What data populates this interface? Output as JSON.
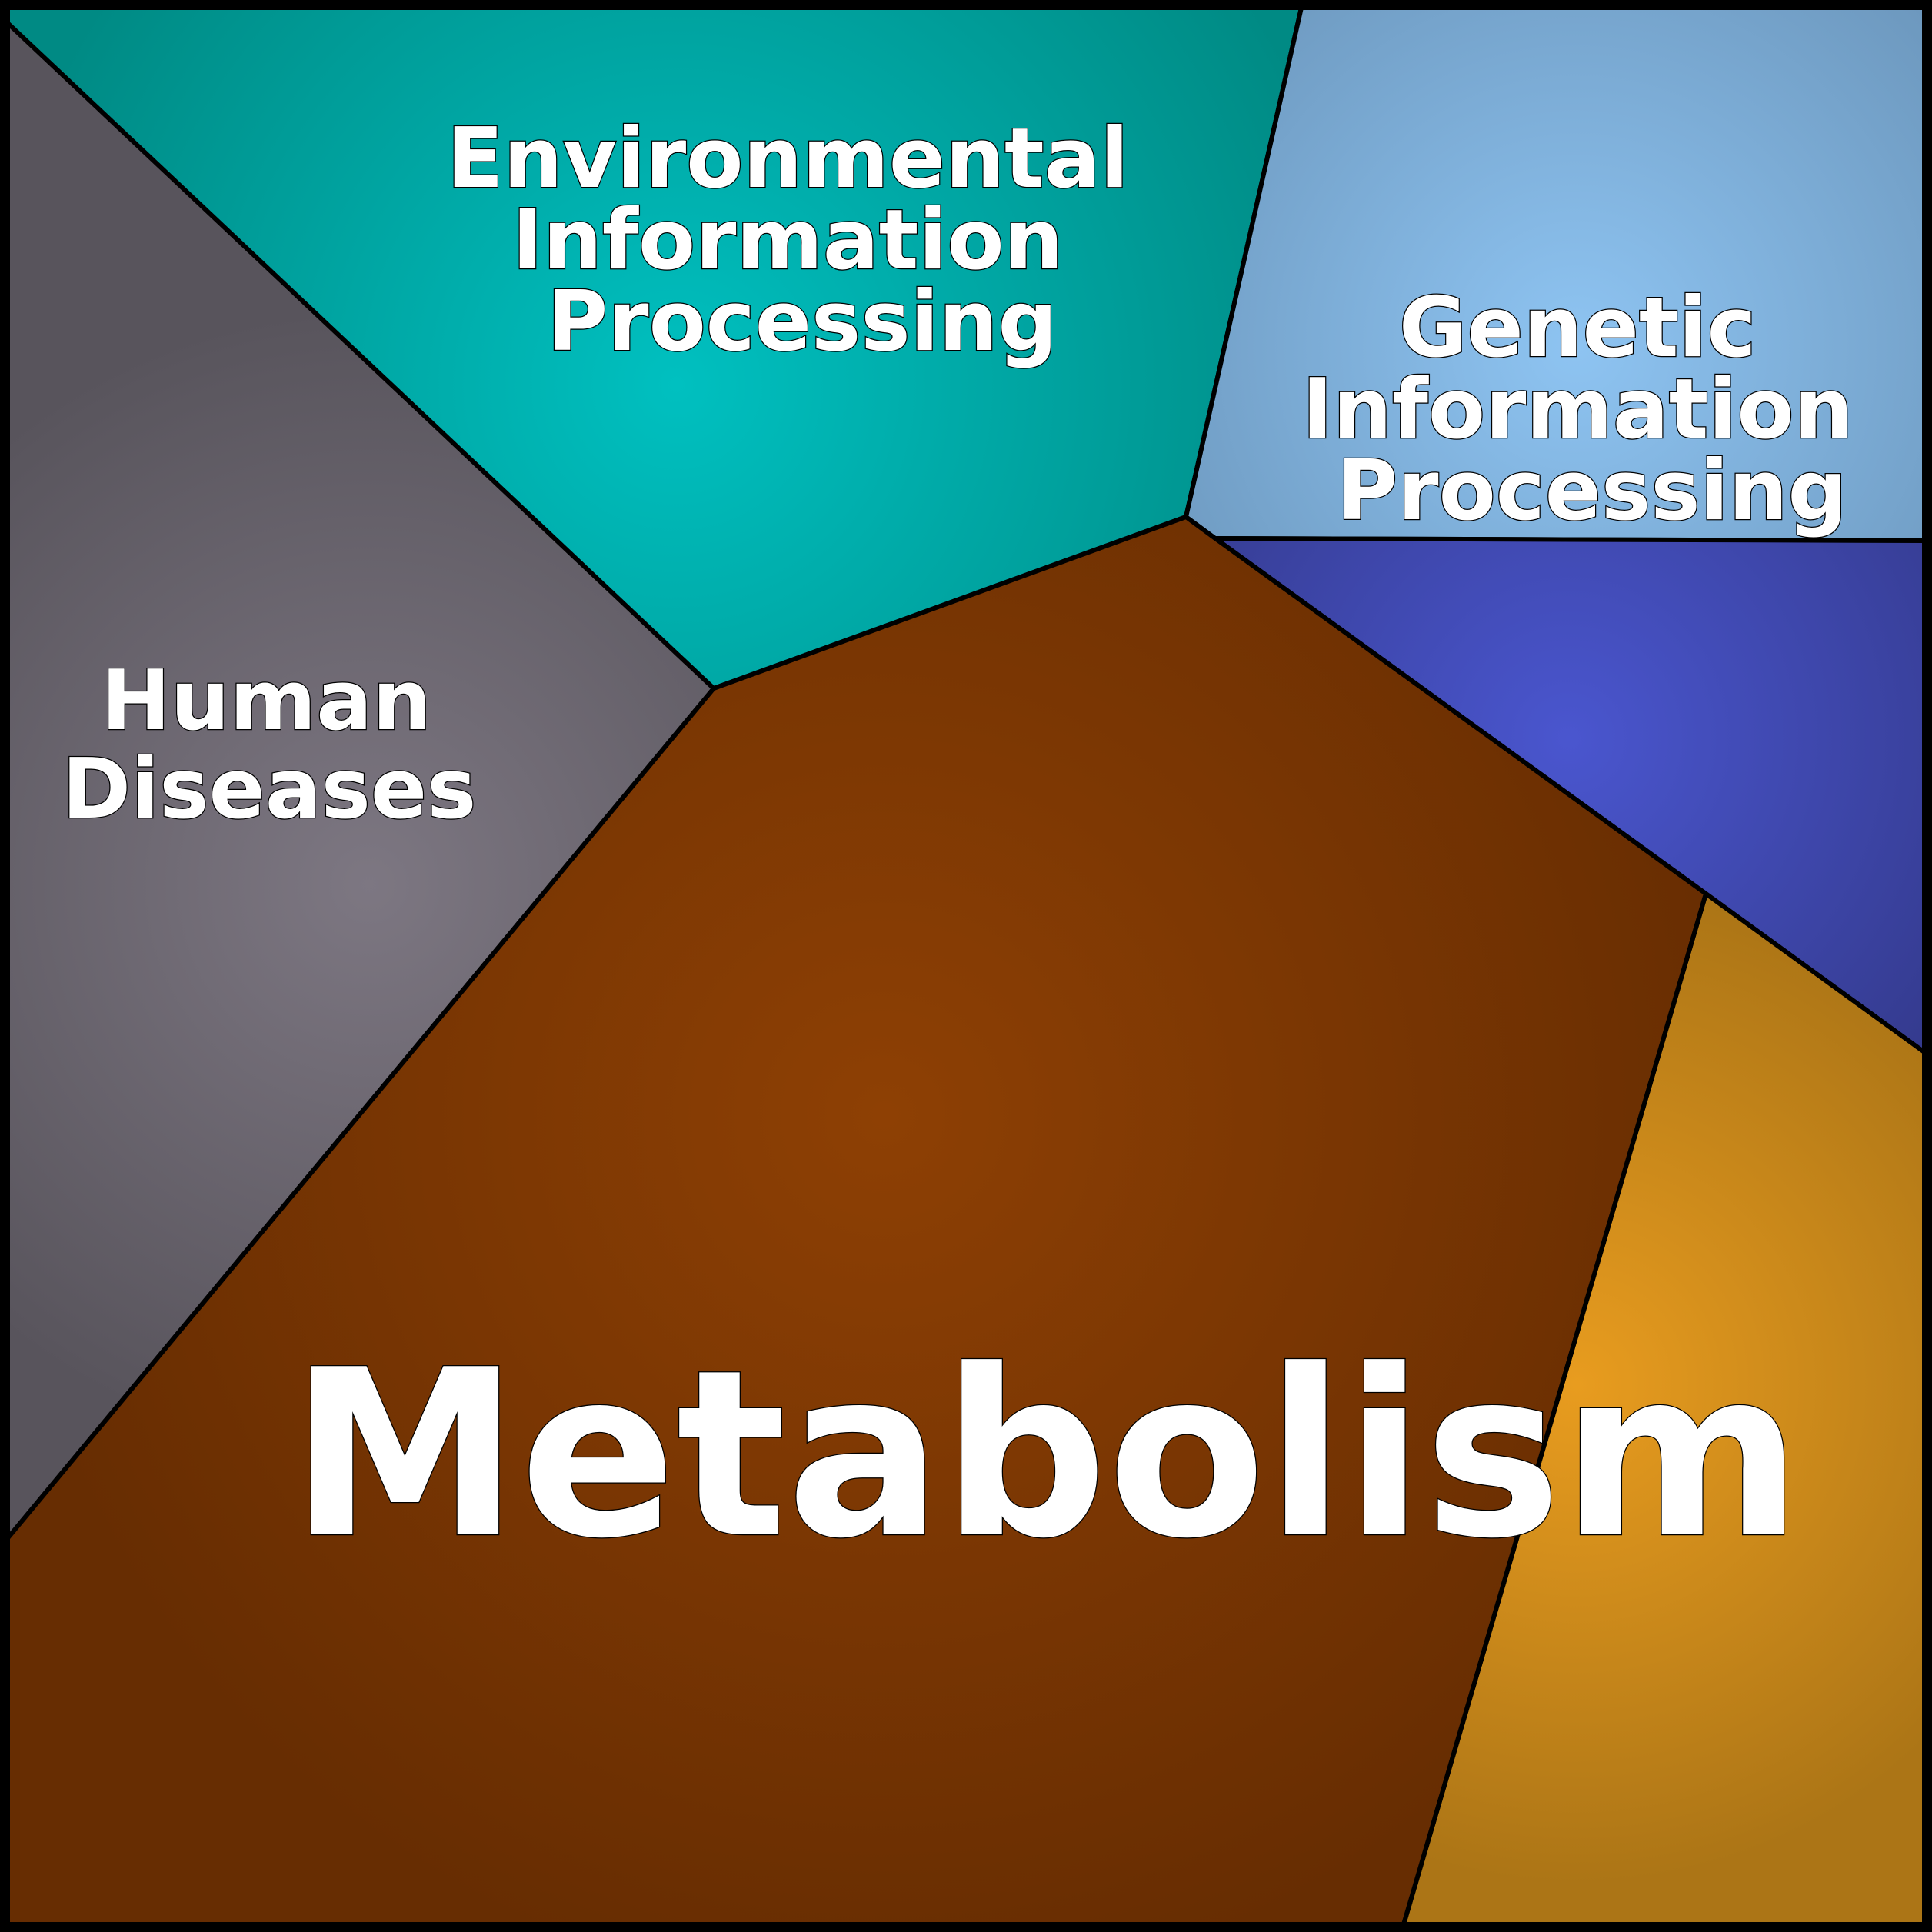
{
  "regions": {
    "environmental": {
      "label_lines": [
        "Environmental",
        "Information",
        "Processing"
      ],
      "color_light": "#00c0c0",
      "color_dark": "#008a84"
    },
    "genetic": {
      "label_lines": [
        "Genetic",
        "Information",
        "Processing"
      ],
      "color_light": "#8ec4f2",
      "color_dark": "#6993b8"
    },
    "human_diseases": {
      "label_lines": [
        "Human",
        "Diseases"
      ],
      "color_light": "#7d7782",
      "color_dark": "#58545c"
    },
    "metabolism": {
      "label_lines": [
        "Metabolism"
      ],
      "color_light": "#8e4004",
      "color_dark": "#672d02"
    },
    "blue_region": {
      "color_light": "#4a56cf",
      "color_dark": "#343a8d"
    },
    "gold_region": {
      "color_light": "#e89c1f",
      "color_dark": "#ac7516"
    }
  }
}
